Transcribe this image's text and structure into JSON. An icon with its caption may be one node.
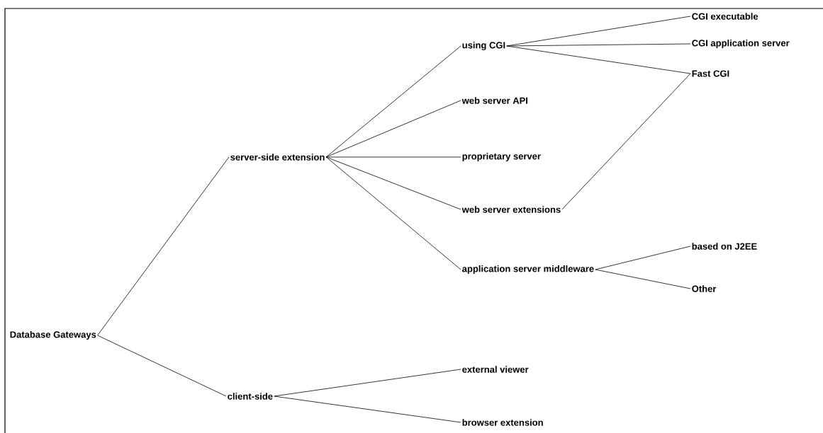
{
  "diagram": {
    "nodes": [
      {
        "text": [
          "Database Gateways"
        ]
      },
      {
        "text": [
          "server-side extension"
        ]
      },
      {
        "text": [
          "using CGI"
        ]
      },
      {
        "text": [
          "web server API"
        ]
      },
      {
        "text": [
          "proprietary server"
        ]
      },
      {
        "text": [
          "web server extensions"
        ]
      },
      {
        "text": [
          "application server middleware"
        ]
      },
      {
        "text": [
          "CGI executable"
        ]
      },
      {
        "text": [
          "CGI application server"
        ]
      },
      {
        "text": [
          "Fast CGI"
        ]
      },
      {
        "text": [
          "based on J2EE"
        ]
      },
      {
        "text": [
          "Other"
        ]
      },
      {
        "text": [
          "client-side"
        ]
      },
      {
        "text": [
          "external viewer"
        ]
      },
      {
        "text": [
          "browser extension"
        ]
      }
    ],
    "edges": [
      {
        "from": 0,
        "to": 1,
        "arrow": "none"
      },
      {
        "from": 0,
        "to": 12,
        "arrow": "none"
      },
      {
        "from": 1,
        "to": 2,
        "arrow": "none"
      },
      {
        "from": 1,
        "to": 3,
        "arrow": "none"
      },
      {
        "from": 1,
        "to": 4,
        "arrow": "none"
      },
      {
        "from": 1,
        "to": 5,
        "arrow": "none"
      },
      {
        "from": 1,
        "to": 6,
        "arrow": "none"
      },
      {
        "from": 2,
        "to": 7,
        "arrow": "none"
      },
      {
        "from": 2,
        "to": 8,
        "arrow": "none"
      },
      {
        "from": 2,
        "to": 9,
        "arrow": "none"
      },
      {
        "from": 5,
        "to": 9,
        "arrow": "none"
      },
      {
        "from": 6,
        "to": 10,
        "arrow": "none"
      },
      {
        "from": 6,
        "to": 11,
        "arrow": "none"
      },
      {
        "from": 12,
        "to": 13,
        "arrow": "none"
      },
      {
        "from": 12,
        "to": 14,
        "arrow": "none"
      }
    ]
  }
}
